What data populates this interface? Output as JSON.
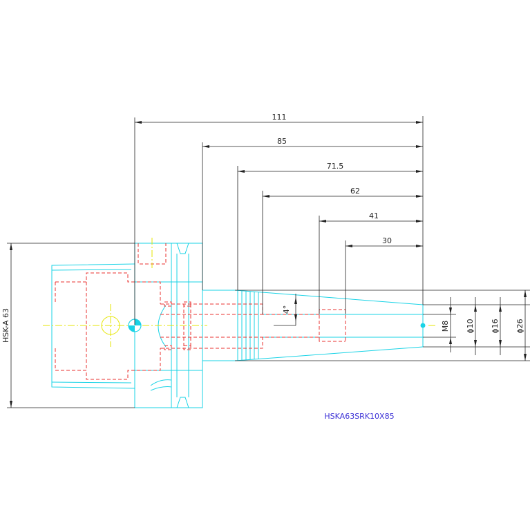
{
  "colors": {
    "outline": "#19d3e6",
    "hidden": "#e8312f",
    "centerline": "#e6e600",
    "dimension": "#222222",
    "model_label": "#3a2fd6"
  },
  "dimensions": {
    "length_111": "111",
    "length_85": "85",
    "length_71_5": "71.5",
    "length_62": "62",
    "length_41": "41",
    "length_30": "30",
    "taper_angle": "4°",
    "thread_m8": "M8",
    "dia_10": "ϕ10",
    "dia_16": "ϕ16",
    "dia_26": "ϕ26",
    "hsk_size": "HSK-A 63"
  },
  "model_label": "HSKA63SRK10X85"
}
